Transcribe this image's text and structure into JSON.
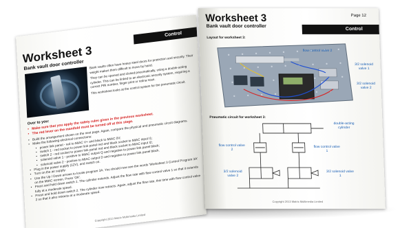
{
  "left_page": {
    "title": "Worksheet 3",
    "subtitle": "Bank vault door controller",
    "header_tab": "Control",
    "intro": [
      "Bank vaults often have heavy steel doors for protection and security. Their weight makes them difficult to move by hand.",
      "They can be opened and closed pneumatically, using a double-acting cylinder. This can be linked to an electronic security system, requiring a correct PIN number, finger print or retina scan.",
      "This worksheet looks at the control system for the pneumatic circuit."
    ],
    "over_to_you": "Over to you:",
    "safety": [
      "Make sure that you apply the safety rules given in the previous worksheet.",
      "The red lever on the manifold must be turned off at this stage."
    ],
    "steps": [
      {
        "kind": "b",
        "text": "Build the arrangement shown on the next page. Again, compare the physical and pneumatic circuit diagrams."
      },
      {
        "kind": "b",
        "text": "Make the following electrical connections:"
      },
      {
        "kind": "sub",
        "text": "power link panel - red to MIAC V+ and black to MIAC 0V;"
      },
      {
        "kind": "sub",
        "text": "switch 1 - red socket to power link panel red and black socket to MIAC input I1;"
      },
      {
        "kind": "sub",
        "text": "switch 2 - red socket to power link panel red and black socket to MIAC input I2;"
      },
      {
        "kind": "sub",
        "text": "solenoid valve 1 - positive to MIAC output Q and negative to power link panel black;"
      },
      {
        "kind": "sub",
        "text": "solenoid valve 2 - positive to MIAC output D and negative to power link panel black."
      },
      {
        "kind": "b",
        "text": "Plug in the power supply (12V), and switch on."
      },
      {
        "kind": "b",
        "text": "Turn on the air supply."
      },
      {
        "kind": "b",
        "text": "Use the Up / Down arrows to locate program 3A. You should now see the words 'Worksheet 3 Control Program 3A' on the MIAC screen. Press 'OK'."
      },
      {
        "kind": "b",
        "text": "Press and hold down switch 1. The cylinder extends. Adjust the flow rate with flow control valve 1 so that it extends fully at a moderate speed."
      },
      {
        "kind": "b",
        "text": "Press and hold down switch 2. The cylinder now retracts. Again, adjust the flow rate, this time with flow control valve 2 so that it also retracts at a moderate speed."
      }
    ],
    "footer": "Copyright 2013 Matrix Multimedia Limited"
  },
  "right_page": {
    "title": "Worksheet 3",
    "subtitle": "Bank vault door controller",
    "page_number": "Page 12",
    "header_tab": "Control",
    "layout_label": "Layout for worksheet 3:",
    "board_labels": {
      "solenoid_valve_1": "3/2 solenoid valve 1",
      "flow_control": "flow control valve 2",
      "solenoid_valve_2": "3/2 solenoid valve 2"
    },
    "circuit_label": "Pneumatic circuit for worksheet 3:",
    "circuit_labels": {
      "cylinder": "double-acting cylinder",
      "fcv2": "flow control valve 2",
      "fcv1": "flow control valve 1",
      "sv2": "3/2 solenoid valve 2",
      "sv1": "3/2 solenoid valve 1"
    },
    "footer": "Copyright 2013 Matrix Multimedia Limited"
  }
}
